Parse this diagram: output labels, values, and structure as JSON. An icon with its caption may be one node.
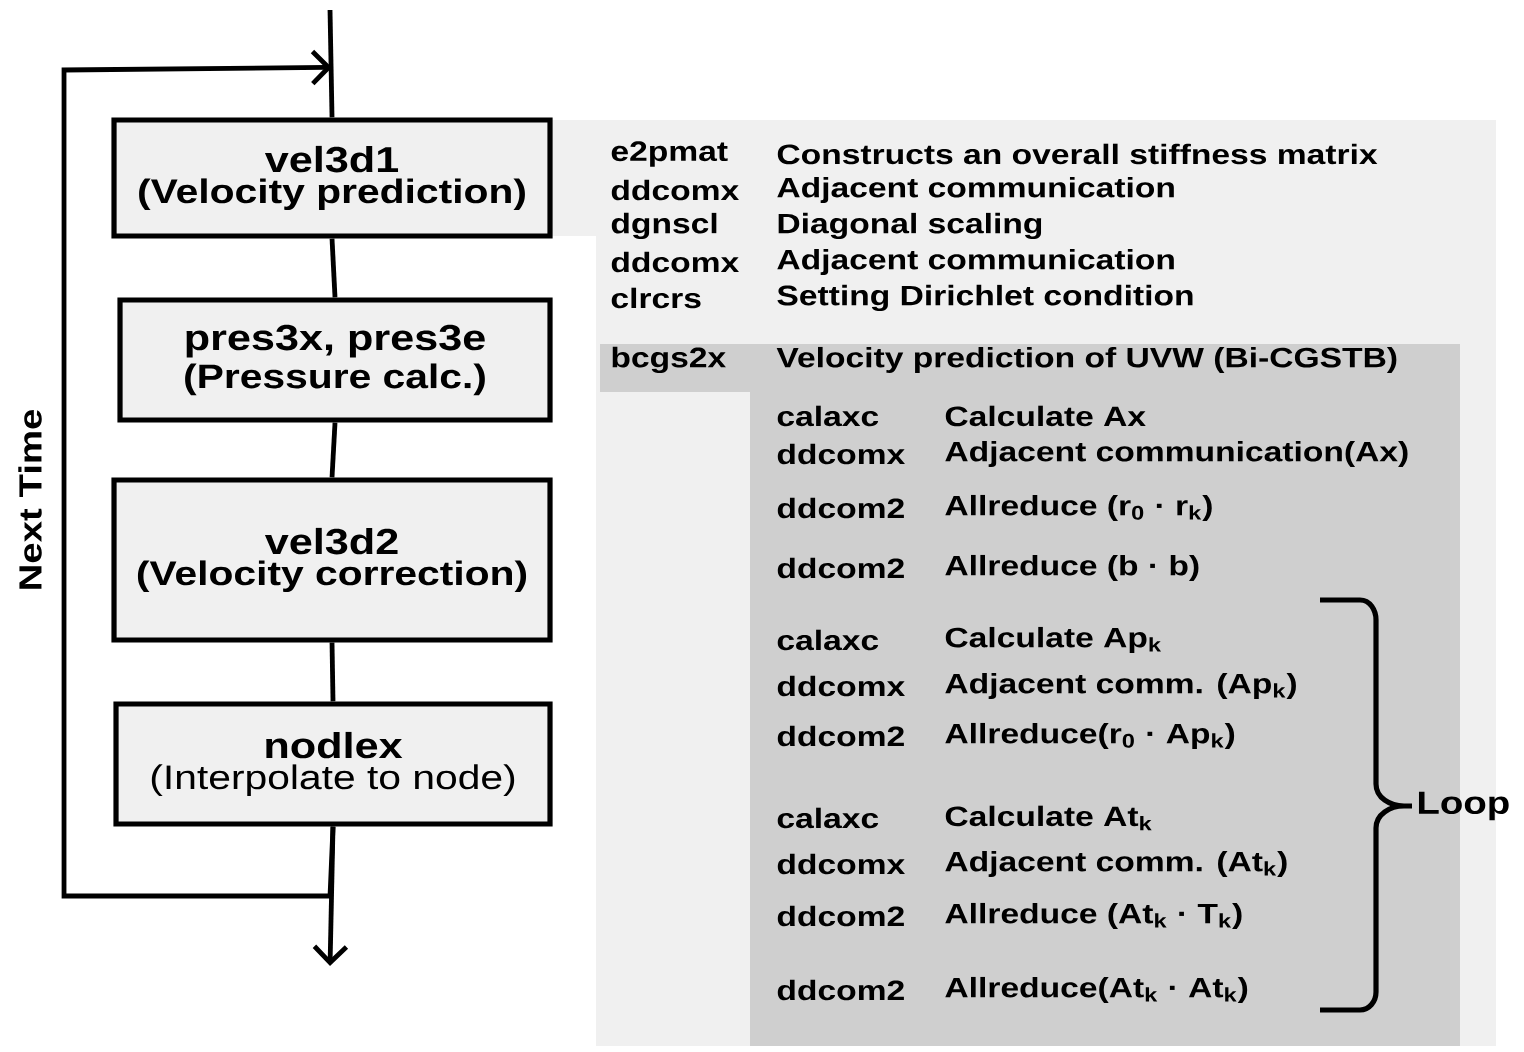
{
  "diagram": {
    "nodes": [
      {
        "text": [
          "vel3d1",
          "(Velocity prediction)"
        ]
      },
      {
        "text": [
          "pres3x, pres3e",
          "(Pressure calc.)"
        ]
      },
      {
        "text": [
          "vel3d2",
          "(Velocity correction)"
        ]
      },
      {
        "text": [
          "nodlex",
          "(Interpolate to node)"
        ]
      },
      {
        "text": [
          "e2pmat",
          "Constructs an overall stiffness matrix",
          "ddcomx",
          "Adjacent communication",
          "dgnscl",
          "Diagonal scaling",
          "ddcomx",
          "Adjacent communication",
          "clrcrs",
          "Setting Dirichlet condition"
        ]
      },
      {
        "text": [
          "bcgs2x",
          "Velocity prediction of UVW (Bi-CGSTB)",
          "calaxc",
          "Calculate Ax",
          "ddcomx",
          "Adjacent communication(Ax)",
          "ddcom2",
          "Allreduce (r$_{0}$ · r$_{k}$)",
          "ddcom2",
          "Allreduce (b · b)",
          "calaxc",
          "Calculate Ap$_{k}$",
          "ddcomx",
          "Adjacent comm. (Ap$_{k}$)",
          "ddcom2",
          "Allreduce(r$_{0}$ · Ap$_{k}$)",
          "calaxc",
          "Calculate At$_{k}$",
          "ddcomx",
          "Adjacent comm. (At$_{k}$)",
          "ddcom2",
          "Allreduce (At$_{k}$ · T$_{k}$)",
          "ddcom2",
          "Allreduce(At$_{k}$ · At$_{k}$)"
        ],
        "in": 4
      }
    ],
    "edges": [
      {
        "from": null,
        "to": 0,
        "arrow": "none"
      },
      {
        "from": 0,
        "to": 1,
        "arrow": "none"
      },
      {
        "from": 1,
        "to": 2,
        "arrow": "none"
      },
      {
        "from": 2,
        "to": 3,
        "arrow": "none"
      },
      {
        "from": 3,
        "to": null,
        "arrow": "to"
      },
      {
        "from": 3,
        "to": 0,
        "arrow": "to"
      }
    ],
    "labels": [
      "Next Time",
      "Loop"
    ]
  }
}
